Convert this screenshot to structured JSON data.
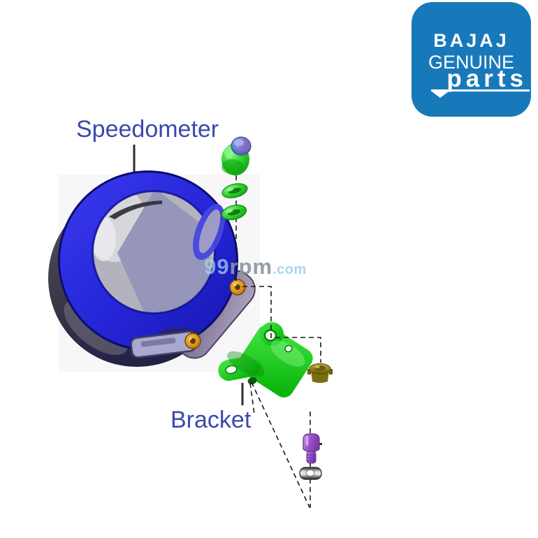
{
  "logo": {
    "brand": "BAJAJ",
    "quality_line": "GENUINE",
    "product_line": "parts"
  },
  "labels": {
    "speedometer": "Speedometer",
    "bracket": "Bracket"
  },
  "watermark": {
    "prefix": "99",
    "name": "rpm",
    "tld": ".com"
  },
  "colors": {
    "label-blue": "#3c48ae",
    "logo-blue": "#1879ba",
    "watermark-gray": "#8f969f",
    "watermark-blue": "#a3d2ee",
    "dash-black": "#1b1b1b",
    "ring-blue": "#2525d8",
    "part-green": "#1ec21e",
    "bolt-purple": "#9a50cc",
    "nut-brass": "#968222",
    "screw-orange": "#e08e14"
  }
}
